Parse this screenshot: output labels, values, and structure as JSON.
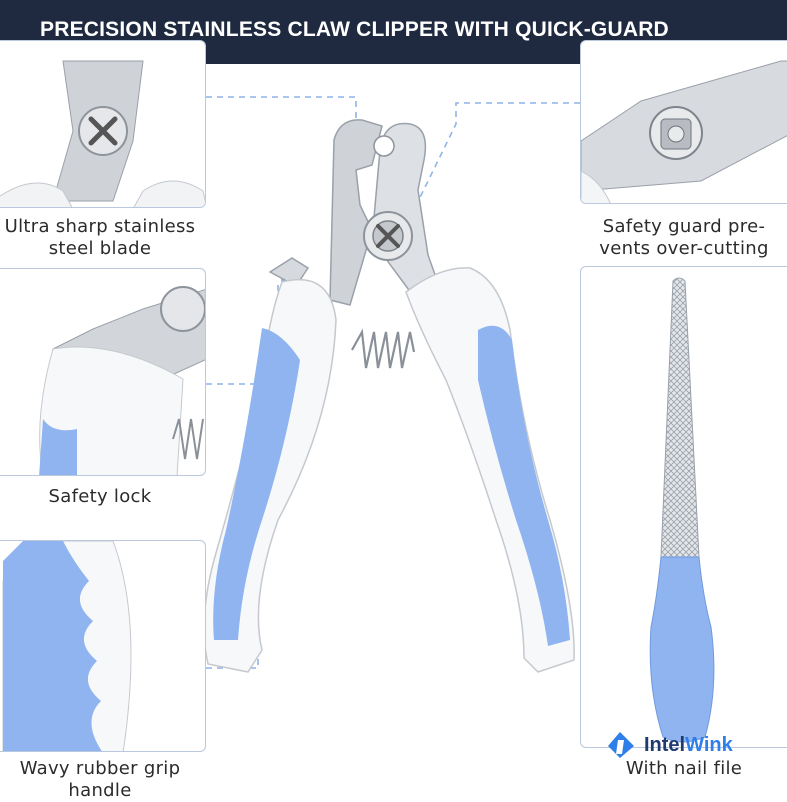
{
  "title": "PRECISION STAINLESS CLAW CLIPPER WITH QUICK-GUARD",
  "features": [
    {
      "line1": "Ultra sharp stainless",
      "line2": "steel blade"
    },
    {
      "line1": "Safety guard pre-",
      "line2": "vents over-cutting"
    },
    {
      "line1": "Safety lock",
      "line2": ""
    },
    {
      "line1": "Wavy rubber grip",
      "line2": "handle"
    },
    {
      "line1": "",
      "line2": "With nail file"
    }
  ],
  "brand": {
    "name_part1": "Intel",
    "name_part2": "Wink"
  },
  "colors": {
    "banner": "#1f2a40",
    "accent_blue": "#8fb4f0",
    "steel": "#c9cdd3",
    "brand_blue": "#2f7fe8"
  }
}
